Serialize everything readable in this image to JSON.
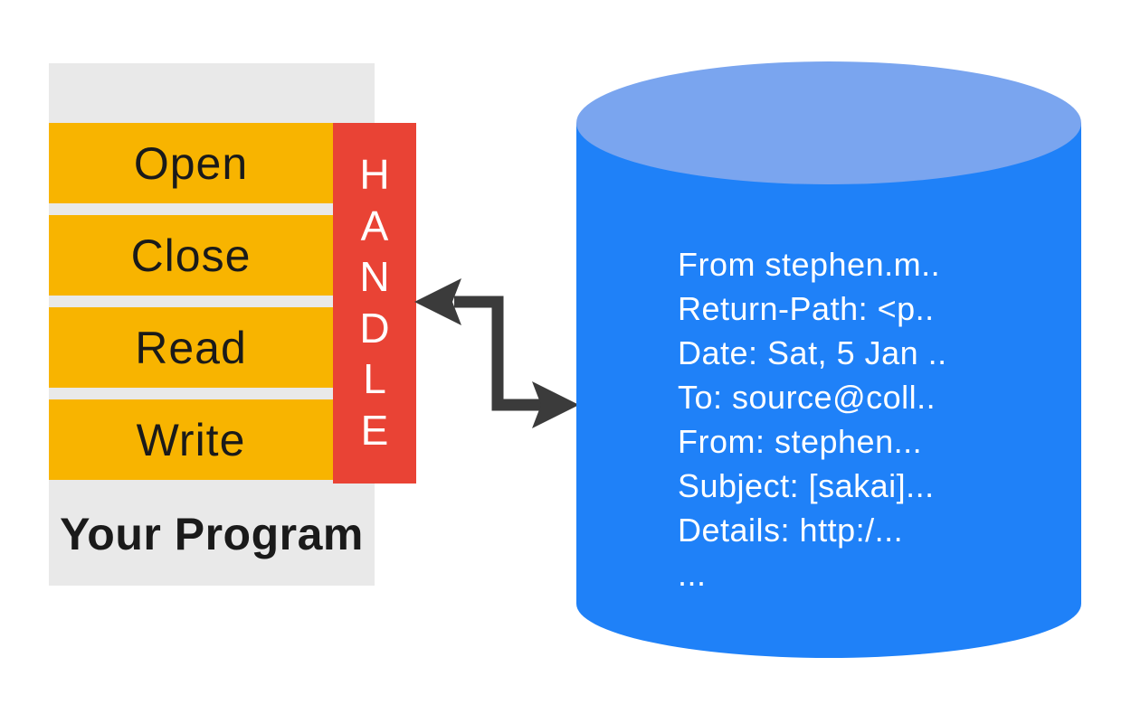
{
  "program": {
    "label": "Your Program",
    "buttons": [
      {
        "label": "Open"
      },
      {
        "label": "Close"
      },
      {
        "label": "Read"
      },
      {
        "label": "Write"
      }
    ]
  },
  "handle": {
    "word": "HANDLE",
    "letters": [
      "H",
      "A",
      "N",
      "D",
      "L",
      "E"
    ]
  },
  "file_store": {
    "content_lines": [
      "From stephen.m..",
      "Return-Path: <p..",
      "Date: Sat, 5 Jan ..",
      "To: source@coll..",
      "From: stephen...",
      "Subject: [sakai]...",
      "Details: http:/...",
      "..."
    ]
  },
  "icons": {
    "arrow": "bidirectional-zigzag-arrow"
  },
  "colors": {
    "program_box": "#E9E9E9",
    "operation_button": "#F8B400",
    "handle_bar": "#E94335",
    "cylinder_body": "#1F81F8",
    "cylinder_top": "#7AA5EF",
    "arrow": "#3B3B3B",
    "button_text": "#1A1A1A",
    "handle_text": "#FFFFFF",
    "file_text": "#FFFFFF"
  }
}
